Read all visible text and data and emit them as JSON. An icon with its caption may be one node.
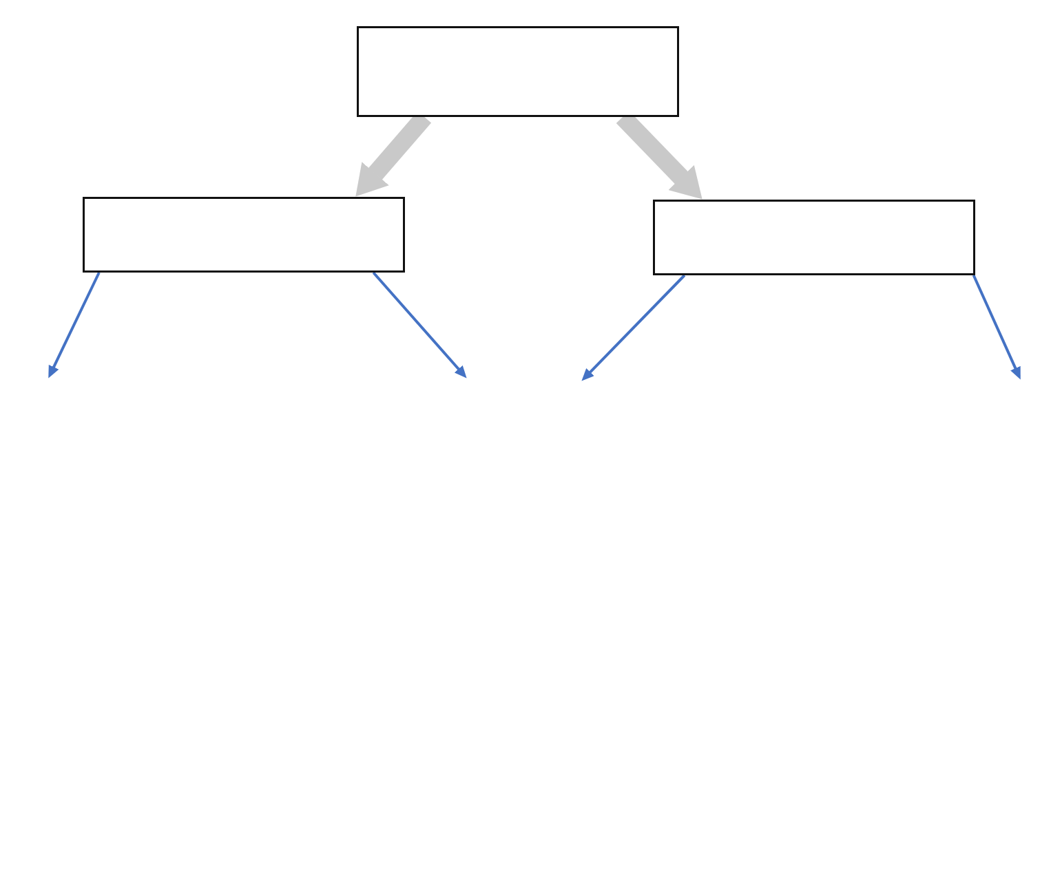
{
  "diagram": {
    "nodes": [
      {
        "text": [],
        "shape": "box"
      },
      {
        "text": [],
        "shape": "box"
      },
      {
        "text": [],
        "shape": "box"
      }
    ],
    "edges": [
      {
        "from": 0,
        "to": 1,
        "arrow": "to",
        "style": "thick",
        "color": "#c9c9c9"
      },
      {
        "from": 0,
        "to": 2,
        "arrow": "to",
        "style": "thick",
        "color": "#c9c9c9"
      },
      {
        "from": 1,
        "to": null,
        "arrow": "to"
      },
      {
        "from": 1,
        "to": null,
        "arrow": "to"
      },
      {
        "from": 2,
        "to": null,
        "arrow": "to"
      },
      {
        "from": 2,
        "to": null,
        "arrow": "to"
      }
    ]
  }
}
